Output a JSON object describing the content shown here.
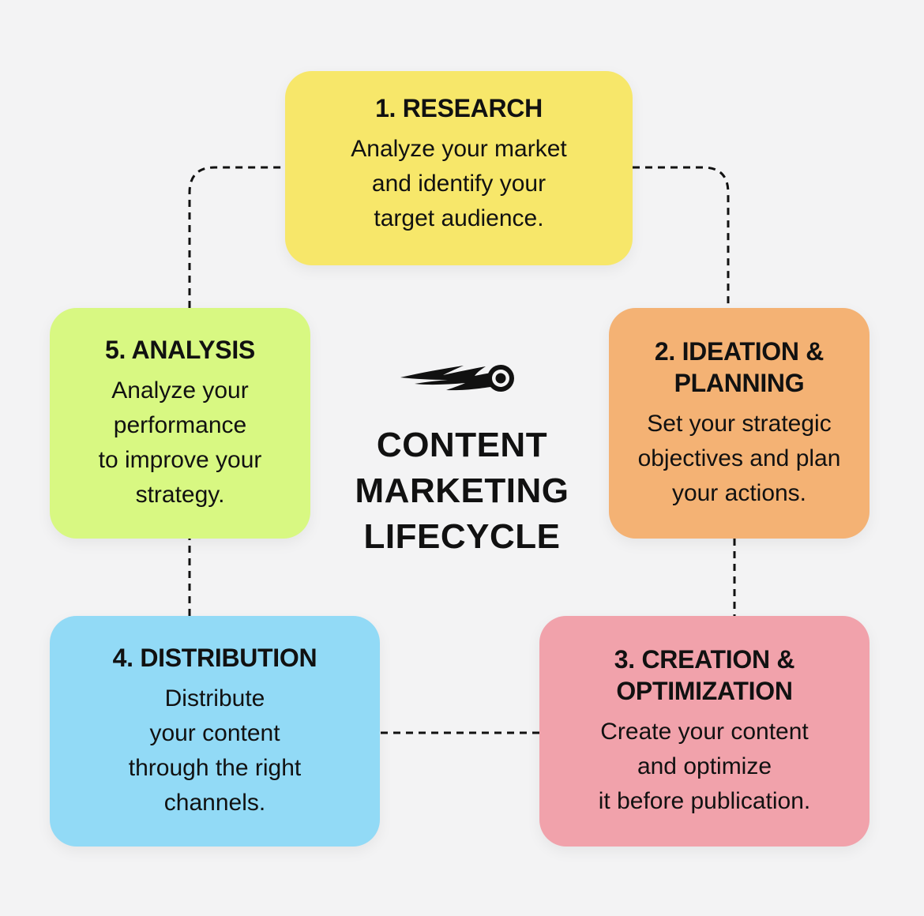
{
  "title": "CONTENT\nMARKETING\nLIFECYCLE",
  "colors": {
    "background": "#f3f3f4",
    "research": "#f7e76a",
    "ideation": "#f4b274",
    "creation": "#f1a2ab",
    "distribution": "#92daf6",
    "analysis": "#d8f882",
    "connector": "#111111"
  },
  "logo_icon": "fireball-logo-icon",
  "stages": {
    "research": {
      "title": "1. RESEARCH",
      "description": "Analyze your market\nand identify your\ntarget audience."
    },
    "ideation": {
      "title": "2. IDEATION &\nPLANNING",
      "description": "Set your strategic\nobjectives and plan\nyour actions."
    },
    "creation": {
      "title": "3. CREATION &\nOPTIMIZATION",
      "description": "Create your content\nand optimize\nit before publication."
    },
    "distribution": {
      "title": "4. DISTRIBUTION",
      "description": "Distribute\nyour content\nthrough the right\nchannels."
    },
    "analysis": {
      "title": "5. ANALYSIS",
      "description": "Analyze your\nperformance\nto improve your\nstrategy."
    }
  }
}
